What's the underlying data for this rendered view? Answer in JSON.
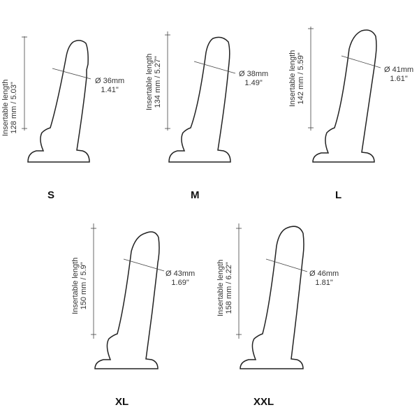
{
  "diagram": {
    "type": "size-chart",
    "sizes": [
      {
        "letter": "S",
        "length_title": "Insertable length",
        "length_value": "128 mm / 5.03\"",
        "diameter_mm": "Ø 36mm",
        "diameter_in": "1.41\""
      },
      {
        "letter": "M",
        "length_title": "Insertable length",
        "length_value": "134 mm / 5.27\"",
        "diameter_mm": "Ø 38mm",
        "diameter_in": "1.49\""
      },
      {
        "letter": "L",
        "length_title": "Insertable length",
        "length_value": "142 mm / 5.59\"",
        "diameter_mm": "Ø 41mm",
        "diameter_in": "1.61\""
      },
      {
        "letter": "XL",
        "length_title": "Insertable length",
        "length_value": "150 mm / 5.9\"",
        "diameter_mm": "Ø 43mm",
        "diameter_in": "1.69\""
      },
      {
        "letter": "XXL",
        "length_title": "Insertable length",
        "length_value": "158 mm / 6.22\"",
        "diameter_mm": "Ø 46mm",
        "diameter_in": "1.81\""
      }
    ]
  }
}
